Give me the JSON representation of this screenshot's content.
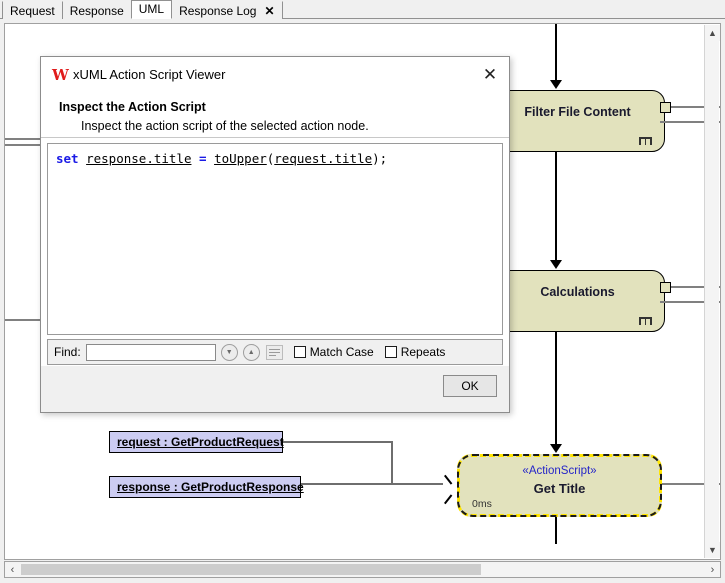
{
  "tabs": [
    {
      "label": "Request",
      "active": false,
      "closable": false
    },
    {
      "label": "Response",
      "active": false,
      "closable": false
    },
    {
      "label": "UML",
      "active": true,
      "closable": false
    },
    {
      "label": "Response Log",
      "active": false,
      "closable": true,
      "close_glyph": "✕"
    }
  ],
  "dialog": {
    "logo_glyph": "W",
    "title": "xUML Action Script Viewer",
    "close_glyph": "✕",
    "section_heading": "Inspect the Action Script",
    "section_text": "Inspect the action script of the selected action node.",
    "code": {
      "keyword": "set",
      "target": "response.title",
      "operator": "=",
      "function": "toUpper",
      "open_paren": "(",
      "argument": "request.title",
      "close_paren": ");"
    },
    "find": {
      "label": "Find:",
      "value": "",
      "placeholder": "",
      "find_next_glyph": "▼",
      "find_prev_glyph": "▲",
      "match_case_label": "Match Case",
      "match_case_checked": false,
      "repeats_label": "Repeats",
      "repeats_checked": false
    },
    "ok_label": "OK"
  },
  "diagram": {
    "nodes": [
      {
        "id": "filter",
        "label": "Filter File Content",
        "type": "call-behavior",
        "fill": "#e2e2bd"
      },
      {
        "id": "calculations",
        "label": "Calculations",
        "type": "call-behavior",
        "fill": "#e2e2bd"
      }
    ],
    "selected_node": {
      "stereotype": "«ActionScript»",
      "label": "Get Title",
      "duration": "0ms",
      "selection_color": "#ffe500",
      "fill": "#e2e2bd"
    },
    "object_nodes": [
      {
        "label": "request : GetProductRequest",
        "fill": "#ccccf2"
      },
      {
        "label": "response : GetProductResponse",
        "fill": "#ccccf2"
      }
    ]
  },
  "scrollbars": {
    "v_up_glyph": "▲",
    "v_down_glyph": "▼",
    "h_left_glyph": "‹",
    "h_right_glyph": "›"
  }
}
